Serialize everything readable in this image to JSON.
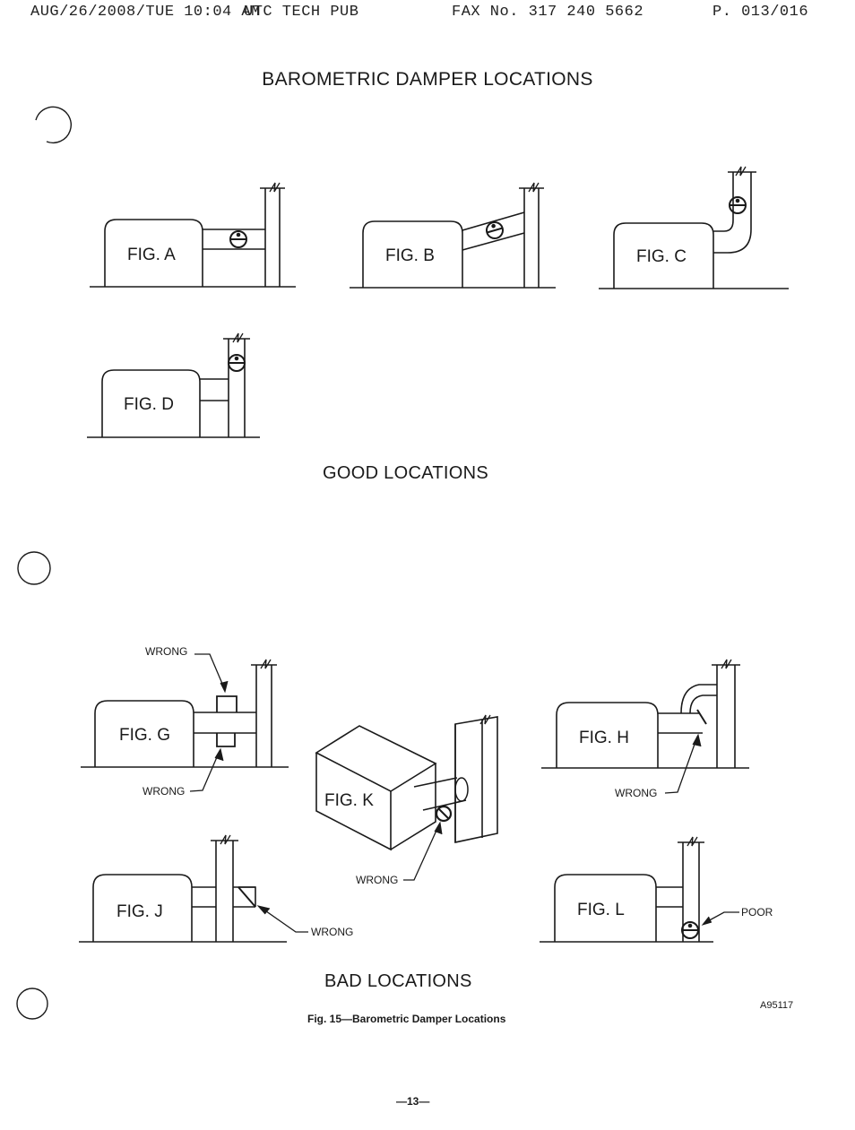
{
  "fax_header": {
    "date_time": "AUG/26/2008/TUE 10:04 AM",
    "sender": "UTC TECH PUB",
    "fax_number": "FAX No. 317 240 5662",
    "page": "P. 013/016"
  },
  "title": "BAROMETRIC DAMPER LOCATIONS",
  "good_section": {
    "label": "GOOD LOCATIONS",
    "figures": [
      "FIG. A",
      "FIG. B",
      "FIG. C",
      "FIG. D"
    ]
  },
  "bad_section": {
    "label": "BAD LOCATIONS",
    "figures": [
      "FIG. G",
      "FIG. H",
      "FIG. K",
      "FIG. J",
      "FIG. L"
    ],
    "callouts": {
      "wrong": "WRONG",
      "poor": "POOR"
    }
  },
  "caption": "Fig. 15—Barometric Damper Locations",
  "drawing_code": "A95117",
  "page_number": "—13—"
}
